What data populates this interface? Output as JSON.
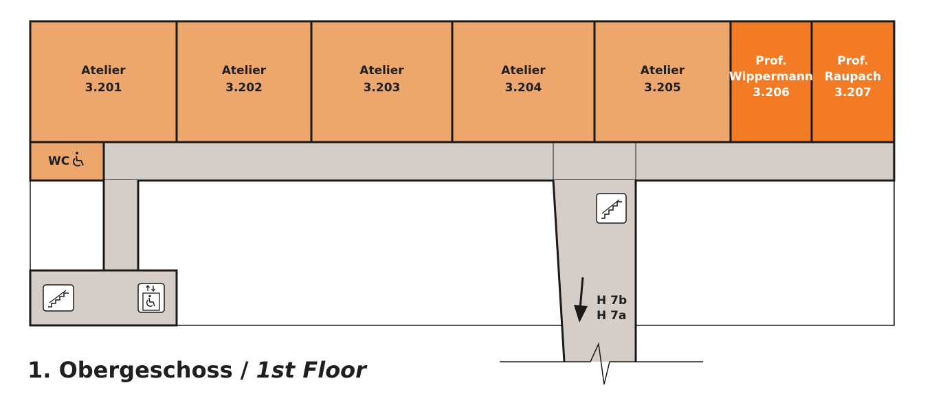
{
  "rooms": [
    {
      "name": "Atelier",
      "number": "3.201"
    },
    {
      "name": "Atelier",
      "number": "3.202"
    },
    {
      "name": "Atelier",
      "number": "3.203"
    },
    {
      "name": "Atelier",
      "number": "3.204"
    },
    {
      "name": "Atelier",
      "number": "3.205"
    },
    {
      "prefix": "Prof.",
      "name": "Wippermann",
      "number": "3.206"
    },
    {
      "prefix": "Prof.",
      "name": "Raupach",
      "number": "3.207"
    }
  ],
  "wc_label": "WC",
  "exit": {
    "line1": "H 7b",
    "line2": "H 7a"
  },
  "title": {
    "de": "1. Obergeschoss",
    "separator": " / ",
    "en": "1st Floor"
  },
  "colors": {
    "atelier": "#eda66b",
    "professor_office": "#f47b25",
    "corridor": "#d5cec8",
    "outline": "#1a1a1a",
    "label_dark": "#1f1f1f",
    "label_light": "#ffffff"
  },
  "icons": [
    "stairs-icon",
    "elevator-icon",
    "wheelchair-icon",
    "arrow-down-icon"
  ]
}
